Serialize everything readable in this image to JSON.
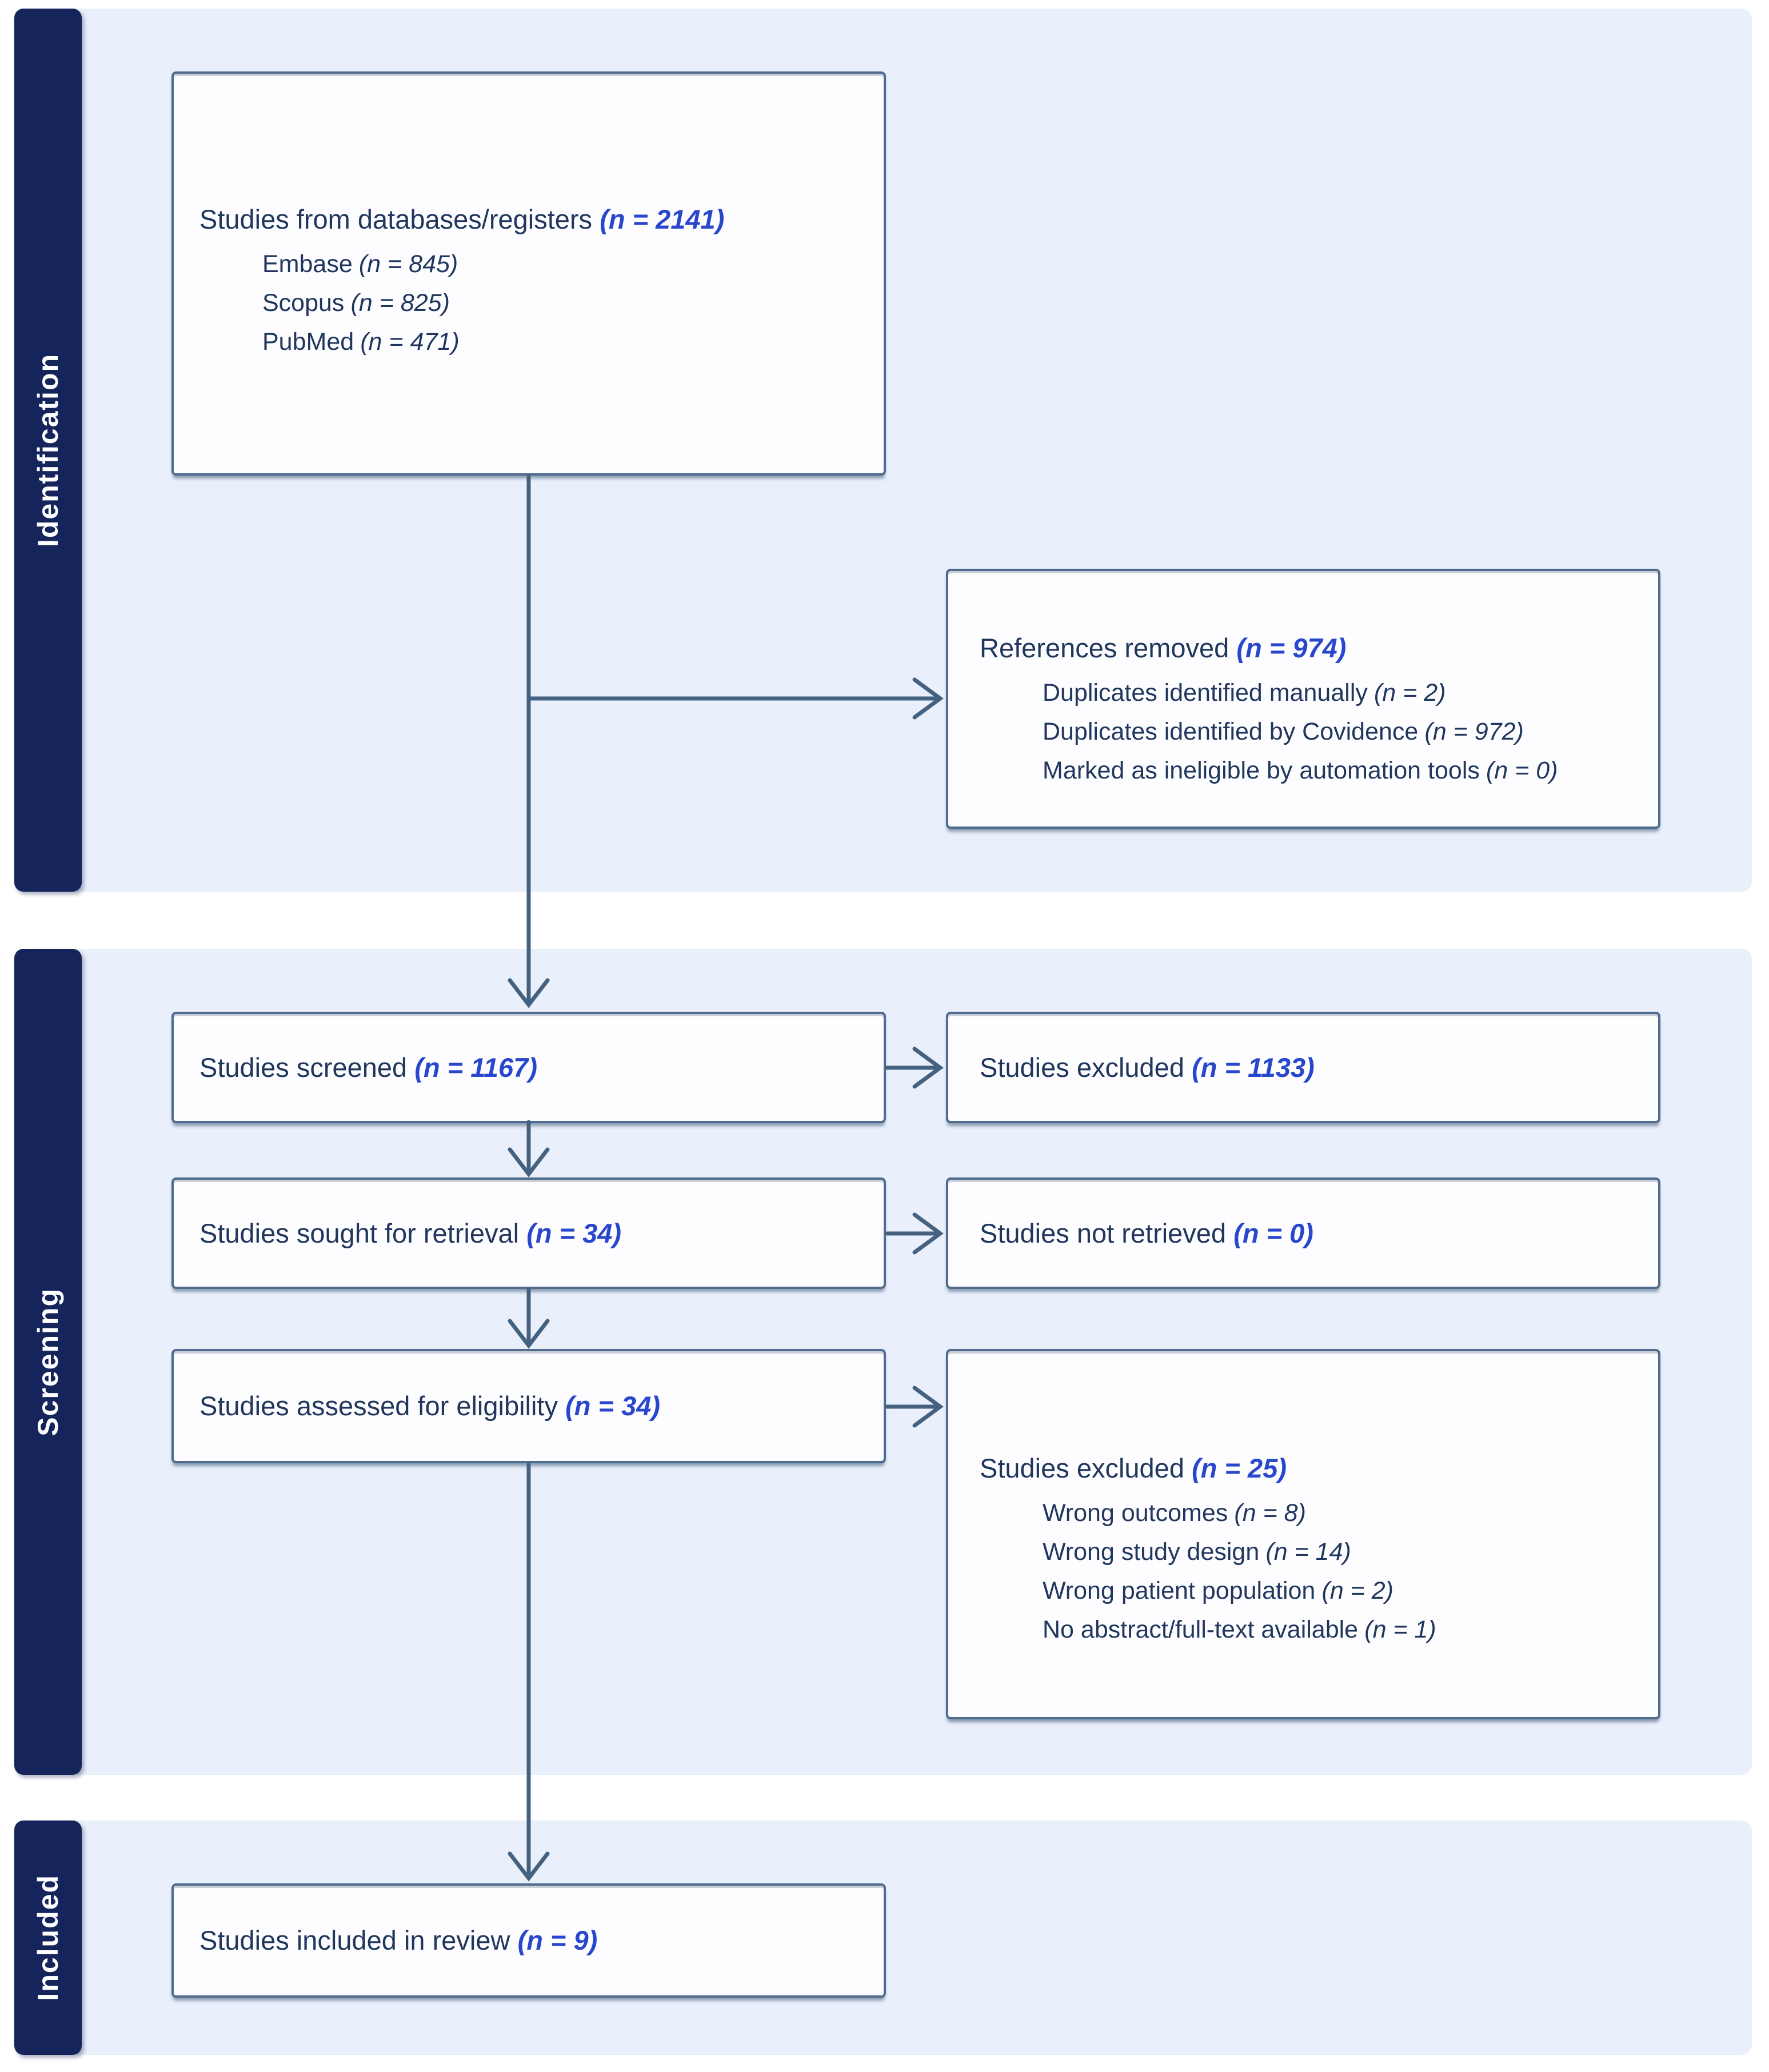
{
  "colors": {
    "stage_bar": "#15255c",
    "panel": "#e9effb",
    "box_border": "#4f6b8d",
    "text": "#20365c",
    "count": "#2947cc",
    "arrow": "#44617f"
  },
  "stages": [
    {
      "label": "Identification"
    },
    {
      "label": "Screening"
    },
    {
      "label": "Included"
    }
  ],
  "boxes": {
    "databases": {
      "title": "Studies from databases/registers",
      "count": "(n = 2141)",
      "items": [
        {
          "label": "Embase",
          "count": "(n = 845)"
        },
        {
          "label": "Scopus",
          "count": "(n = 825)"
        },
        {
          "label": "PubMed",
          "count": "(n = 471)"
        }
      ]
    },
    "references_removed": {
      "title": "References removed",
      "count": "(n = 974)",
      "items": [
        {
          "label": "Duplicates identified manually",
          "count": "(n = 2)"
        },
        {
          "label": "Duplicates identified by Covidence",
          "count": "(n = 972)"
        },
        {
          "label": "Marked as ineligible by automation tools",
          "count": "(n = 0)"
        }
      ]
    },
    "screened": {
      "title": "Studies screened",
      "count": "(n = 1167)"
    },
    "excluded_screening": {
      "title": "Studies excluded",
      "count": "(n = 1133)"
    },
    "sought": {
      "title": "Studies sought for retrieval",
      "count": "(n = 34)"
    },
    "not_retrieved": {
      "title": "Studies not retrieved",
      "count": "(n = 0)"
    },
    "assessed": {
      "title": "Studies assessed for eligibility",
      "count": "(n = 34)"
    },
    "excluded_eligibility": {
      "title": "Studies excluded",
      "count": "(n = 25)",
      "items": [
        {
          "label": "Wrong outcomes",
          "count": "(n = 8)"
        },
        {
          "label": "Wrong study design",
          "count": "(n = 14)"
        },
        {
          "label": "Wrong patient population",
          "count": "(n = 2)"
        },
        {
          "label": "No abstract/full-text available",
          "count": "(n = 1)"
        }
      ]
    },
    "included_review": {
      "title": "Studies included in review",
      "count": "(n = 9)"
    }
  }
}
